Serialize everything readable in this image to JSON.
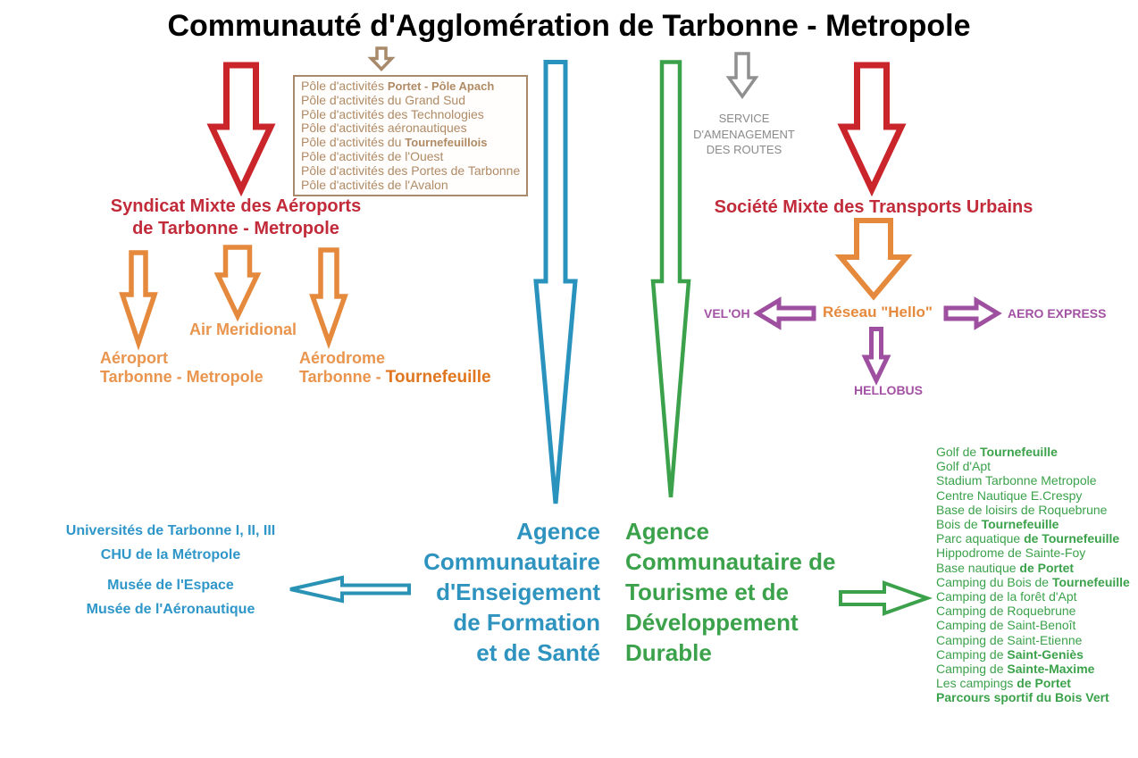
{
  "title": "Communauté d'Agglomération de Tarbonne - Metropole",
  "colors": {
    "red_arrow": "#c9252b",
    "red_heading": "#c22b3a",
    "orange_arrow": "#e5893d",
    "orange_label": "#e9954e",
    "orange_label_dark": "#e0761f",
    "tan": "#a8896a",
    "tan_text": "#b08a65",
    "gray": "#8a8a8a",
    "blue_arrow": "#2a93bd",
    "blue_heading": "#2e93be",
    "blue_list": "#2e96c8",
    "green": "#3ba24b",
    "purple_arrow": "#9e4f9f",
    "purple_label": "#a352a3",
    "title_color": "#000000"
  },
  "icons": {
    "down-arrow-icon": "hollow downward arrow",
    "long-down-arrow-icon": "long tapered hollow downward arrow",
    "left-arrow-icon": "hollow leftward arrow",
    "right-arrow-icon": "hollow rightward arrow"
  },
  "poles_box": {
    "items": [
      {
        "segments": [
          {
            "text": "Pôle d'activités "
          },
          {
            "text": "Portet - Pôle Apach",
            "bold": true
          }
        ]
      },
      {
        "segments": [
          {
            "text": "Pôle d'activités du Grand Sud"
          }
        ]
      },
      {
        "segments": [
          {
            "text": "Pôle d'activités des Technologies"
          }
        ]
      },
      {
        "segments": [
          {
            "text": "Pôle d'activités aéronautiques"
          }
        ]
      },
      {
        "segments": [
          {
            "text": "Pôle d'activités du "
          },
          {
            "text": "Tournefeuillois",
            "bold": true
          }
        ]
      },
      {
        "segments": [
          {
            "text": "Pôle d'activités de l'Ouest"
          }
        ]
      },
      {
        "segments": [
          {
            "text": "Pôle d'activités des Portes de Tarbonne"
          }
        ]
      },
      {
        "segments": [
          {
            "text": "Pôle d'activités de l'Avalon"
          }
        ]
      }
    ]
  },
  "service_routes": {
    "lines": [
      "SERVICE",
      "D'AMENAGEMENT",
      "DES ROUTES"
    ]
  },
  "syndicat_heading": {
    "lines": [
      "Syndicat Mixte des Aéroports",
      "de Tarbonne - Metropole"
    ]
  },
  "societe_heading": "Société Mixte des Transports Urbains",
  "airports": {
    "air_meridional": "Air Meridional",
    "aeroport": {
      "lines": [
        "Aéroport",
        "Tarbonne - Metropole"
      ]
    },
    "aerodrome": {
      "line1": "Aérodrome",
      "prefix": "Tarbonne - ",
      "bold": "Tournefeuille"
    }
  },
  "transport": {
    "veloh": "VEL'OH",
    "reseau": "Réseau \"Hello\"",
    "aero_express": "AERO EXPRESS",
    "hellobus": "HELLOBUS"
  },
  "agence_education": {
    "lines": [
      "Agence",
      "Communautaire",
      "d'Enseigement",
      "de Formation",
      "et de Santé"
    ]
  },
  "agence_tourism": {
    "lines": [
      "Agence",
      "Communautaire de",
      "Tourisme et de",
      "Développement",
      "Durable"
    ]
  },
  "education_facilities": {
    "items": [
      {
        "segments": [
          {
            "text": "Universités de Tarbonne I, II, III"
          }
        ]
      },
      {
        "segments": [
          {
            "text": "CHU de la Métropole"
          }
        ]
      },
      {
        "segments": [
          {
            "text": "Musée de l'Espace"
          }
        ]
      },
      {
        "segments": [
          {
            "text": "Musée de l'Aéronautique"
          }
        ]
      }
    ]
  },
  "tourism_facilities": {
    "items": [
      {
        "segments": [
          {
            "text": "Golf de "
          },
          {
            "text": "Tournefeuille",
            "bold": true
          }
        ]
      },
      {
        "segments": [
          {
            "text": "Golf d'Apt"
          }
        ]
      },
      {
        "segments": [
          {
            "text": "Stadium Tarbonne Metropole"
          }
        ]
      },
      {
        "segments": [
          {
            "text": "Centre Nautique E.Crespy"
          }
        ]
      },
      {
        "segments": [
          {
            "text": "Base de loisirs de Roquebrune"
          }
        ]
      },
      {
        "segments": [
          {
            "text": "Bois de "
          },
          {
            "text": "Tournefeuille",
            "bold": true
          }
        ]
      },
      {
        "segments": [
          {
            "text": "Parc aquatique "
          },
          {
            "text": "de Tournefeuille",
            "bold": true
          }
        ]
      },
      {
        "segments": [
          {
            "text": "Hippodrome de Sainte-Foy"
          }
        ]
      },
      {
        "segments": [
          {
            "text": "Base nautique "
          },
          {
            "text": "de Portet",
            "bold": true
          }
        ]
      },
      {
        "segments": [
          {
            "text": "Camping du Bois de "
          },
          {
            "text": "Tournefeuille",
            "bold": true
          }
        ]
      },
      {
        "segments": [
          {
            "text": "Camping de la forêt d'Apt"
          }
        ]
      },
      {
        "segments": [
          {
            "text": "Camping de Roquebrune"
          }
        ]
      },
      {
        "segments": [
          {
            "text": "Camping de Saint-Benoît"
          }
        ]
      },
      {
        "segments": [
          {
            "text": "Camping de Saint-Etienne"
          }
        ]
      },
      {
        "segments": [
          {
            "text": "Camping de "
          },
          {
            "text": "Saint-Geniès",
            "bold": true
          }
        ]
      },
      {
        "segments": [
          {
            "text": "Camping de "
          },
          {
            "text": "Sainte-Maxime",
            "bold": true
          }
        ]
      },
      {
        "segments": [
          {
            "text": "Les campings "
          },
          {
            "text": "de Portet",
            "bold": true
          }
        ]
      },
      {
        "segments": [
          {
            "text": "Parcours sportif du Bois Vert",
            "bold": true
          }
        ]
      }
    ]
  }
}
